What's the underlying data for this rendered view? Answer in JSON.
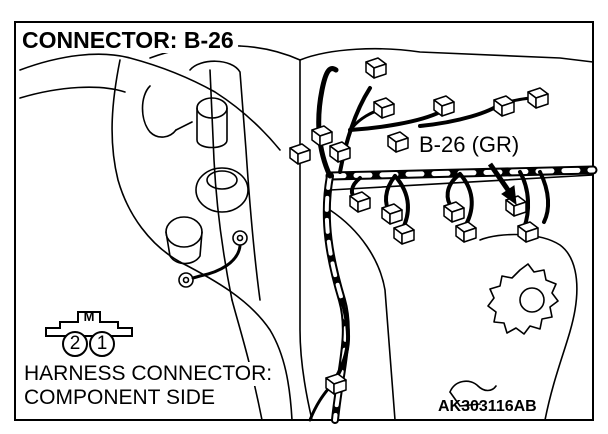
{
  "title": "CONNECTOR: B-26",
  "callout": {
    "connector_label": "B-26 (GR)"
  },
  "harness": {
    "terminal_key": "M",
    "terminals": [
      "2",
      "1"
    ],
    "caption_line1": "HARNESS CONNECTOR:",
    "caption_line2": "COMPONENT SIDE"
  },
  "figure_id": "AK303116AB",
  "colors": {
    "line": "#000000",
    "background": "#ffffff"
  }
}
